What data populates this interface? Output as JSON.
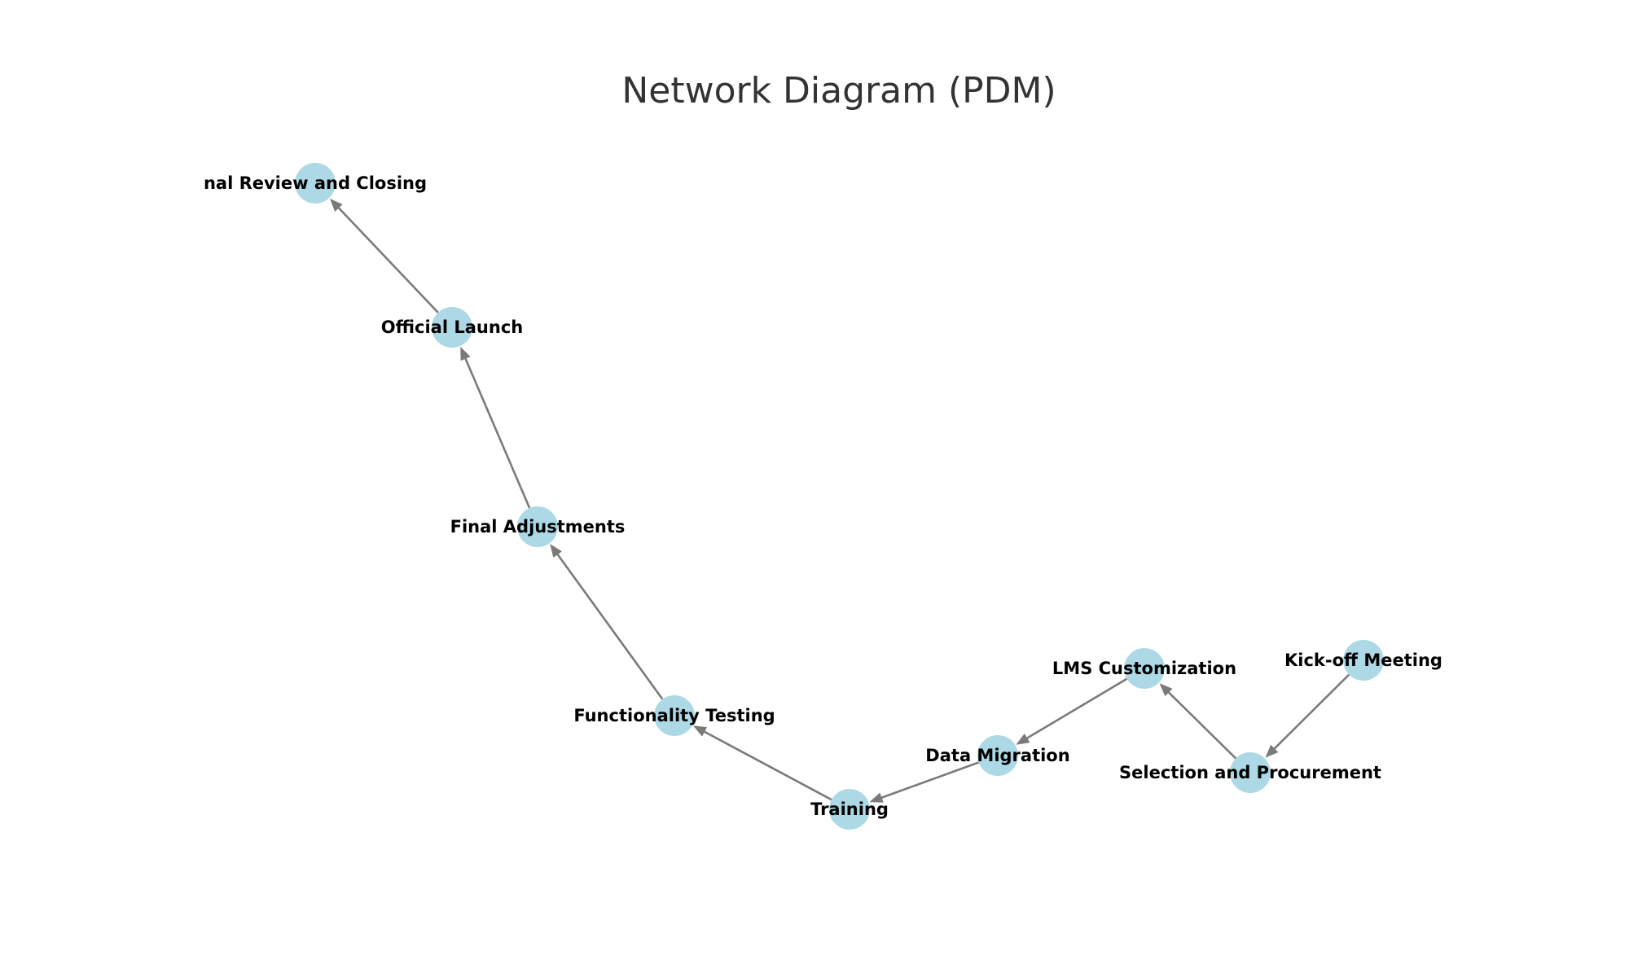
{
  "diagram": {
    "title": "Network Diagram (PDM)",
    "style": {
      "node_color": "#add8e6",
      "edge_color": "#7a7a7a",
      "title_color": "#333333",
      "label_color": "#000000",
      "background": "#ffffff"
    },
    "nodes": [
      {
        "id": "kickoff",
        "label": "Kick-off Meeting"
      },
      {
        "id": "selection",
        "label": "Selection and Procurement"
      },
      {
        "id": "lms",
        "label": "LMS Customization"
      },
      {
        "id": "migration",
        "label": "Data Migration"
      },
      {
        "id": "training",
        "label": "Training"
      },
      {
        "id": "testing",
        "label": "Functionality Testing"
      },
      {
        "id": "adjust",
        "label": "Final Adjustments"
      },
      {
        "id": "launch",
        "label": "Official Launch"
      },
      {
        "id": "closing",
        "label": "nal Review and Closing"
      }
    ],
    "edges": [
      {
        "from": "kickoff",
        "to": "selection"
      },
      {
        "from": "selection",
        "to": "lms"
      },
      {
        "from": "lms",
        "to": "migration"
      },
      {
        "from": "migration",
        "to": "training"
      },
      {
        "from": "training",
        "to": "testing"
      },
      {
        "from": "testing",
        "to": "adjust"
      },
      {
        "from": "adjust",
        "to": "launch"
      },
      {
        "from": "launch",
        "to": "closing"
      }
    ]
  }
}
